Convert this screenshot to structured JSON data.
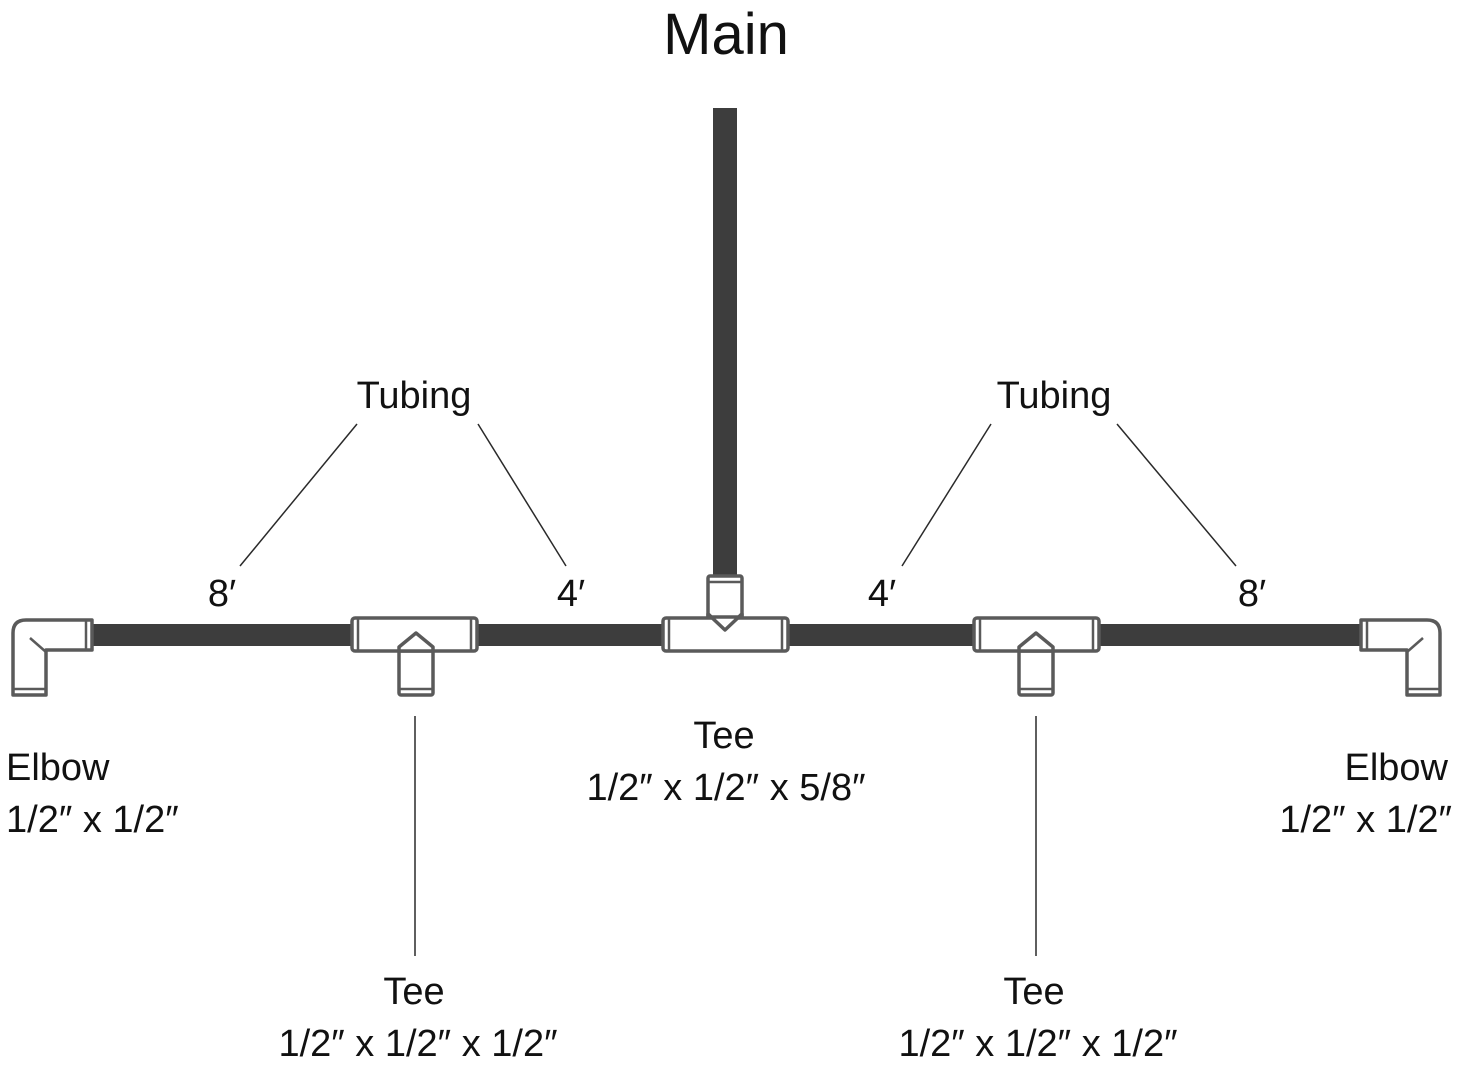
{
  "title": "Main",
  "labels": {
    "tubing_left": "Tubing",
    "tubing_right": "Tubing",
    "len_left_outer": "8′",
    "len_left_inner": "4′",
    "len_right_inner": "4′",
    "len_right_outer": "8′",
    "elbow_left_name": "Elbow",
    "elbow_left_size": "1/2″ x 1/2″",
    "elbow_right_name": "Elbow",
    "elbow_right_size": "1/2″ x 1/2″",
    "tee_center_name": "Tee",
    "tee_center_size": "1/2″ x 1/2″ x 5/8″",
    "tee_left_name": "Tee",
    "tee_left_size": "1/2″ x 1/2″ x 1/2″",
    "tee_right_name": "Tee",
    "tee_right_size": "1/2″ x 1/2″ x 1/2″"
  },
  "colors": {
    "tubing": "#3d3d3d",
    "fitting_fill": "#ffffff",
    "fitting_stroke": "#5a5a5a"
  }
}
